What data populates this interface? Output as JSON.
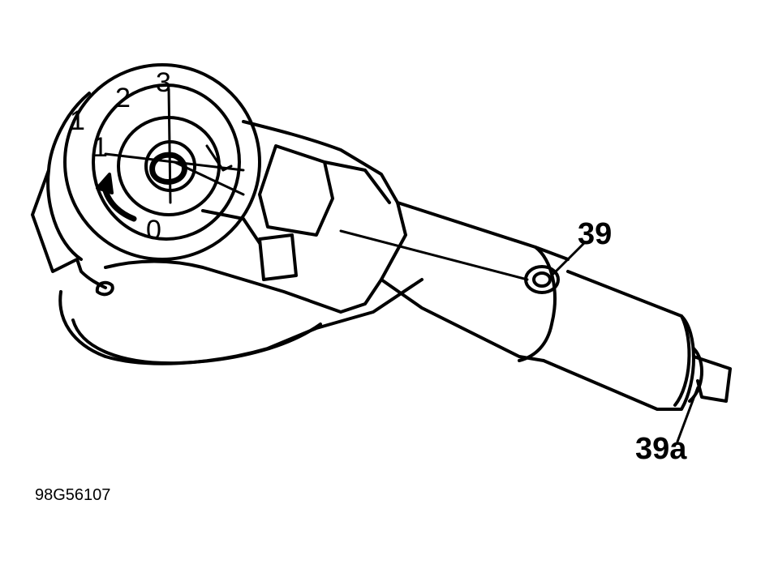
{
  "dial_marks": [
    "1",
    "2",
    "3",
    "1",
    "0"
  ],
  "callouts": {
    "c39": "39",
    "c39a": "39a"
  },
  "figure_number": "98G56107",
  "colors": {
    "ink": "#000000",
    "paper": "#ffffff"
  }
}
